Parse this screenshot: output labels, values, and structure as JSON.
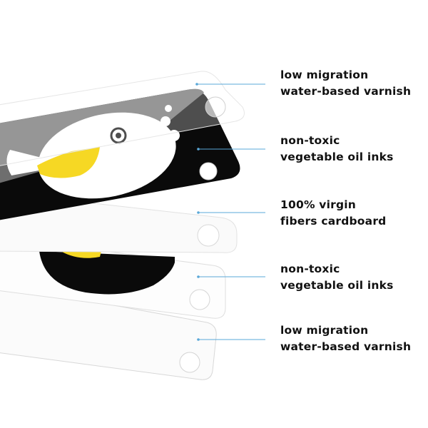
{
  "layers": [
    {
      "line1": "low migration",
      "line2": "water-based varnish"
    },
    {
      "line1": "non-toxic",
      "line2": "vegetable oil inks"
    },
    {
      "line1": "100% virgin",
      "line2": "fibers cardboard"
    },
    {
      "line1": "non-toxic",
      "line2": "vegetable oil inks"
    },
    {
      "line1": "low migration",
      "line2": "water-based varnish"
    }
  ],
  "colors": {
    "ink_black": "#0a0a0a",
    "ink_gray": "#6e6e6e",
    "ink_yellow": "#f6d824",
    "leader_line": "#5aa8d8",
    "label_text": "#111111"
  }
}
